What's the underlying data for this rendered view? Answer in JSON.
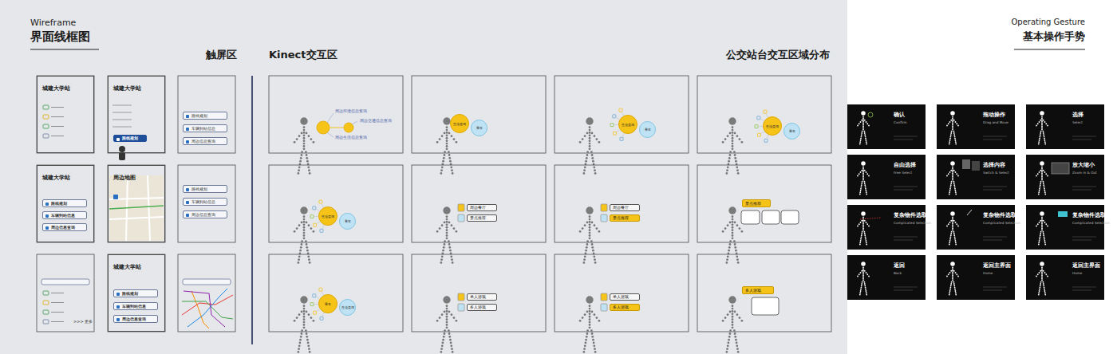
{
  "diagram": {
    "title": "界面线框图",
    "nodes": [
      {
        "text": [
          "城建大学站"
        ]
      },
      {
        "text": [
          "城建大学站"
        ]
      },
      {
        "text": [
          "路线规划"
        ],
        "in": 1
      },
      {
        "text": [
          "路线规划"
        ]
      },
      {
        "text": [
          "车辆到站信息"
        ]
      },
      {
        "text": [
          "周边信息查询"
        ]
      },
      {
        "text": [
          "城建大学站"
        ]
      },
      {
        "text": [
          "路线规划"
        ],
        "in": 6
      },
      {
        "text": [
          "车辆到站信息"
        ],
        "in": 6
      },
      {
        "text": [
          "周边信息查询"
        ],
        "in": 6
      },
      {
        "text": [
          "周边地图"
        ]
      },
      {
        "text": [
          "路线规划"
        ]
      },
      {
        "text": [
          "车辆到站信息"
        ]
      },
      {
        "text": [
          "周边信息查询"
        ]
      },
      {
        "text": [
          "城建大学站"
        ]
      },
      {
        "text": [
          "路线规划"
        ],
        "in": 14
      },
      {
        "text": [
          "车辆到站信息"
        ],
        "in": 14
      },
      {
        "text": [
          "周边信息查询"
        ],
        "in": 14
      },
      {
        "text": [
          "生活查询"
        ]
      },
      {
        "text": [
          "乘车"
        ]
      },
      {
        "text": [
          "生活查询"
        ]
      },
      {
        "text": [
          "乘车"
        ]
      },
      {
        "text": [
          "生活查询"
        ]
      },
      {
        "text": [
          "乘车"
        ]
      },
      {
        "text": [
          "生活查询"
        ]
      },
      {
        "text": [
          "乘车"
        ]
      },
      {
        "text": [
          "周边餐厅"
        ]
      },
      {
        "text": [
          "景点推荐"
        ]
      },
      {
        "text": [
          "周边餐厅"
        ]
      },
      {
        "text": [
          "景点推荐"
        ]
      },
      {
        "text": [
          "景点推荐"
        ]
      },
      {
        "text": [
          "乘车"
        ]
      },
      {
        "text": [
          "生活查询"
        ]
      },
      {
        "text": [
          "单人游戏"
        ]
      },
      {
        "text": [
          "多人游戏"
        ]
      },
      {
        "text": [
          "单人游戏"
        ]
      },
      {
        "text": [
          "多人游戏"
        ]
      },
      {
        "text": [
          "多人游戏"
        ]
      },
      {
        "text": [
          "确认",
          "Confirm"
        ]
      },
      {
        "text": [
          "拖动操作",
          "Drag and Move"
        ]
      },
      {
        "text": [
          "选择",
          "Select"
        ]
      },
      {
        "text": [
          "自由选择",
          "Free Select"
        ]
      },
      {
        "text": [
          "选择内容",
          "Switch & Select"
        ]
      },
      {
        "text": [
          "放大缩小",
          "Zoom in & Out"
        ]
      },
      {
        "text": [
          "复杂物件选取",
          "Complicated Selection"
        ]
      },
      {
        "text": [
          "复杂物件选取",
          "Complicated Selection"
        ]
      },
      {
        "text": [
          "复杂物件选取",
          "Complicated Selection"
        ]
      },
      {
        "text": [
          "返回",
          "Back"
        ]
      },
      {
        "text": [
          "返回主界面",
          "Home"
        ]
      },
      {
        "text": [
          "返回主界面",
          "Home"
        ]
      }
    ],
    "labels": [
      "Wireframe",
      "触屏区",
      "Kinect交互区",
      "公交站台交互区域分布",
      "Operating Gesture",
      "基本操作手势",
      ">>> 更多",
      "周边环境信息查询",
      "周边交通信息查询",
      "周边生活信息查询"
    ]
  }
}
